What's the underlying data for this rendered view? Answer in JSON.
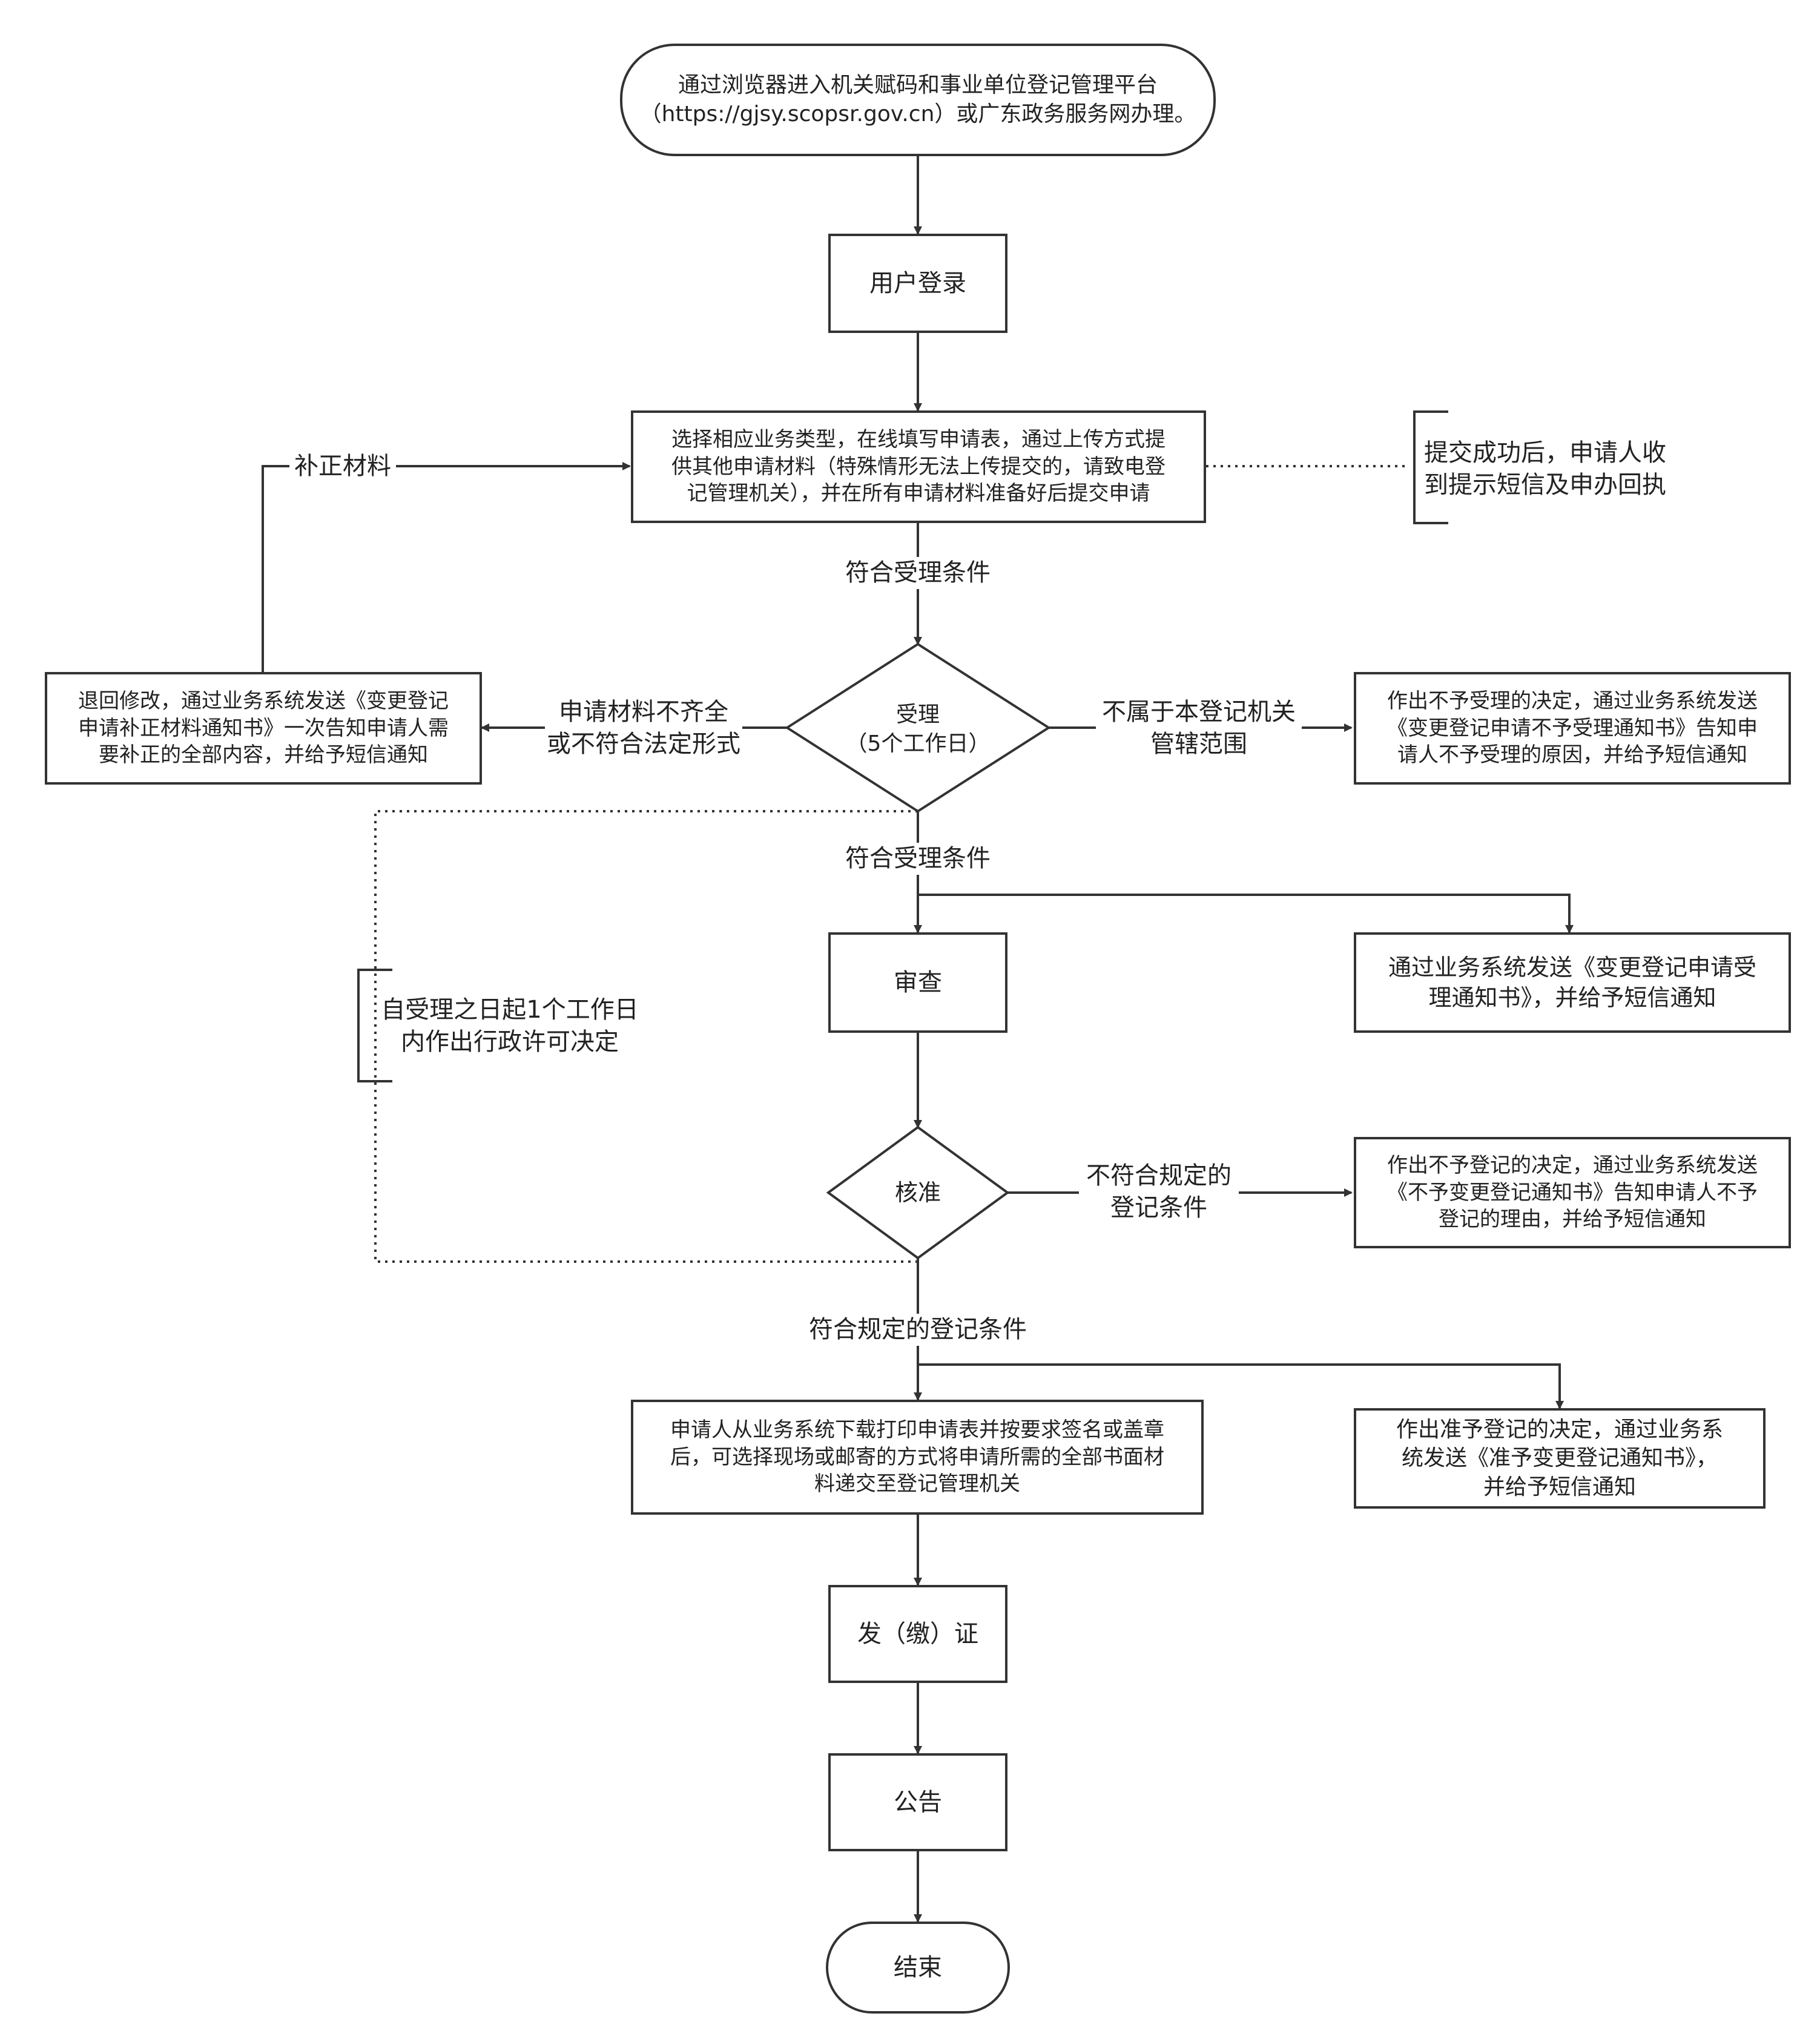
{
  "nodes": {
    "start": [
      "通过浏览器进入机关赋码和事业单位登记管理平台",
      "（https://gjsy.scopsr.gov.cn）或广东政务服务网办理。"
    ],
    "login": "用户登录",
    "apply": [
      "选择相应业务类型，在线填写申请表，通过上传方式提",
      "供其他申请材料（特殊情形无法上传提交的，请致电登",
      "记管理机关），并在所有申请材料准备好后提交申请"
    ],
    "submit_note": [
      "提交成功后，申请人收",
      "到提示短信及申办回执"
    ],
    "return_box": [
      "退回修改，通过业务系统发送《变更登记",
      "申请补正材料通知书》一次告知申请人需",
      "要补正的全部内容，并给予短信通知"
    ],
    "accept": [
      "受理",
      "（5个工作日）"
    ],
    "reject_accept": [
      "作出不予受理的决定，通过业务系统发送",
      "《变更登记申请不予受理通知书》告知申",
      "请人不予受理的原因，并给予短信通知"
    ],
    "review": "审查",
    "accept_notice": [
      "通过业务系统发送《变更登记申请受",
      "理通知书》，并给予短信通知"
    ],
    "time_note": [
      "自受理之日起1个工作日",
      "内作出行政许可决定"
    ],
    "approve": "核准",
    "reject_reg": [
      "作出不予登记的决定，通过业务系统发送",
      "《不予变更登记通知书》告知申请人不予",
      "登记的理由，并给予短信通知"
    ],
    "print_submit": [
      "申请人从业务系统下载打印申请表并按要求签名或盖章",
      "后，可选择现场或邮寄的方式将申请所需的全部书面材",
      "料递交至登记管理机关"
    ],
    "approve_reg": [
      "作出准予登记的决定，通过业务系",
      "统发送《准予变更登记通知书》，",
      "并给予短信通知"
    ],
    "issue": "发（缴）证",
    "announce": "公告",
    "end": "结束"
  },
  "edge_labels": {
    "supplement": "补正材料",
    "meets_accept_1": "符合受理条件",
    "incomplete": [
      "申请材料不齐全",
      "或不符合法定形式"
    ],
    "not_jurisdiction": [
      "不属于本登记机关",
      "管辖范围"
    ],
    "meets_accept_2": "符合受理条件",
    "not_meet_reg": [
      "不符合规定的",
      "登记条件"
    ],
    "meets_reg": "符合规定的登记条件"
  },
  "colors": {
    "stroke": "#333333",
    "text": "#222222",
    "background": "#ffffff"
  }
}
